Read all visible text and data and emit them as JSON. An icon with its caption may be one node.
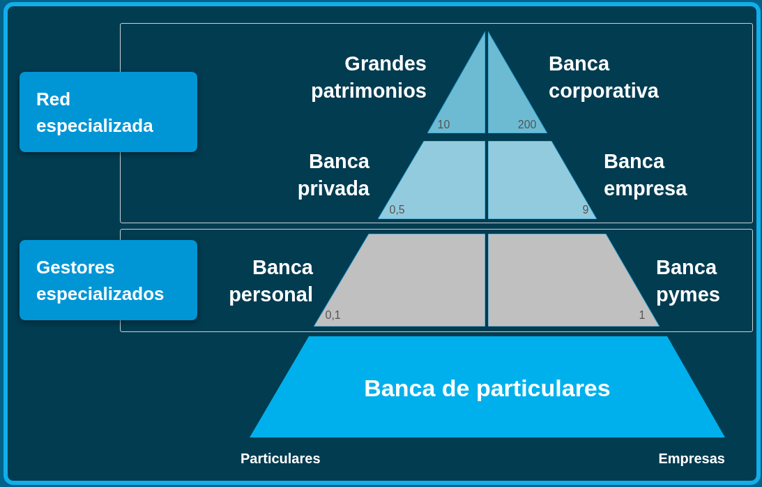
{
  "diagram": {
    "nodes": [
      {
        "text": [],
        "shape": "box"
      },
      {
        "text": [],
        "shape": "box"
      },
      {
        "text": [
          "Red especializada"
        ]
      },
      {
        "text": [
          "Gestores especializados"
        ]
      },
      {
        "text": [
          "10"
        ],
        "beside": [
          "Grandes patrimonios"
        ],
        "in": 0
      },
      {
        "text": [
          "200"
        ],
        "beside": [
          "Banca corporativa"
        ],
        "in": 0
      },
      {
        "text": [
          "0,5"
        ],
        "beside": [
          "Banca privada"
        ],
        "in": 0
      },
      {
        "text": [
          "9"
        ],
        "beside": [
          "Banca empresa"
        ],
        "in": 0
      },
      {
        "text": [
          "0,1"
        ],
        "beside": [
          "Banca personal"
        ],
        "in": 1
      },
      {
        "text": [
          "1"
        ],
        "beside": [
          "Banca pymes"
        ],
        "in": 1
      },
      {
        "text": [
          "Banca de particulares"
        ]
      }
    ],
    "labels": [
      "Particulares",
      "Empresas"
    ]
  }
}
